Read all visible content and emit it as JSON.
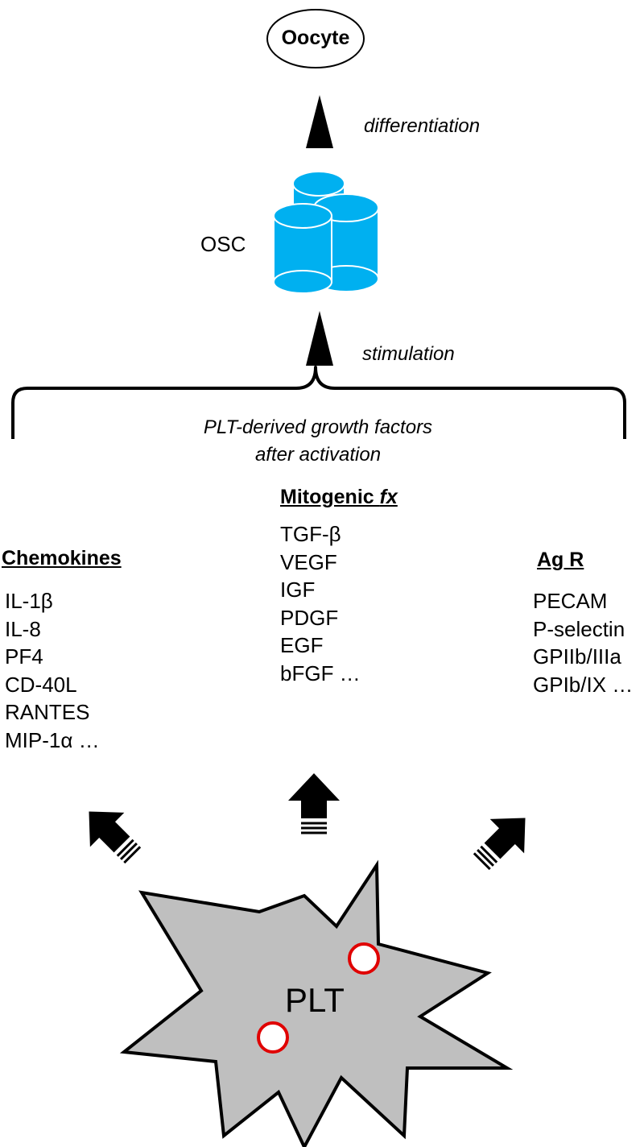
{
  "oocyte": {
    "label": "Oocyte"
  },
  "differentiation": {
    "label": "differentiation"
  },
  "osc": {
    "label": "OSC"
  },
  "stimulation": {
    "label": "stimulation"
  },
  "growth_factors": {
    "line1": "PLT-derived growth factors",
    "line2": "after activation"
  },
  "chemokines": {
    "heading": "Chemokines",
    "items": [
      "IL-1β",
      "IL-8",
      "PF4",
      "CD-40L",
      "RANTES",
      "MIP-1α …"
    ]
  },
  "mitogenic": {
    "heading": "Mitogenic ",
    "heading_suffix": "fx",
    "items": [
      "TGF-β",
      "VEGF",
      "IGF",
      "PDGF",
      "EGF",
      "bFGF …"
    ]
  },
  "ag_r": {
    "heading": "Ag R",
    "items": [
      "PECAM",
      "P-selectin",
      "GPIIb/IIIa",
      "GPIb/IX …"
    ]
  },
  "plt": {
    "label": "PLT"
  },
  "colors": {
    "cylinder_fill": "#00b0f0",
    "platelet_fill": "#bfbfbf",
    "granule_ring": "#e00000",
    "stroke": "#000000"
  }
}
